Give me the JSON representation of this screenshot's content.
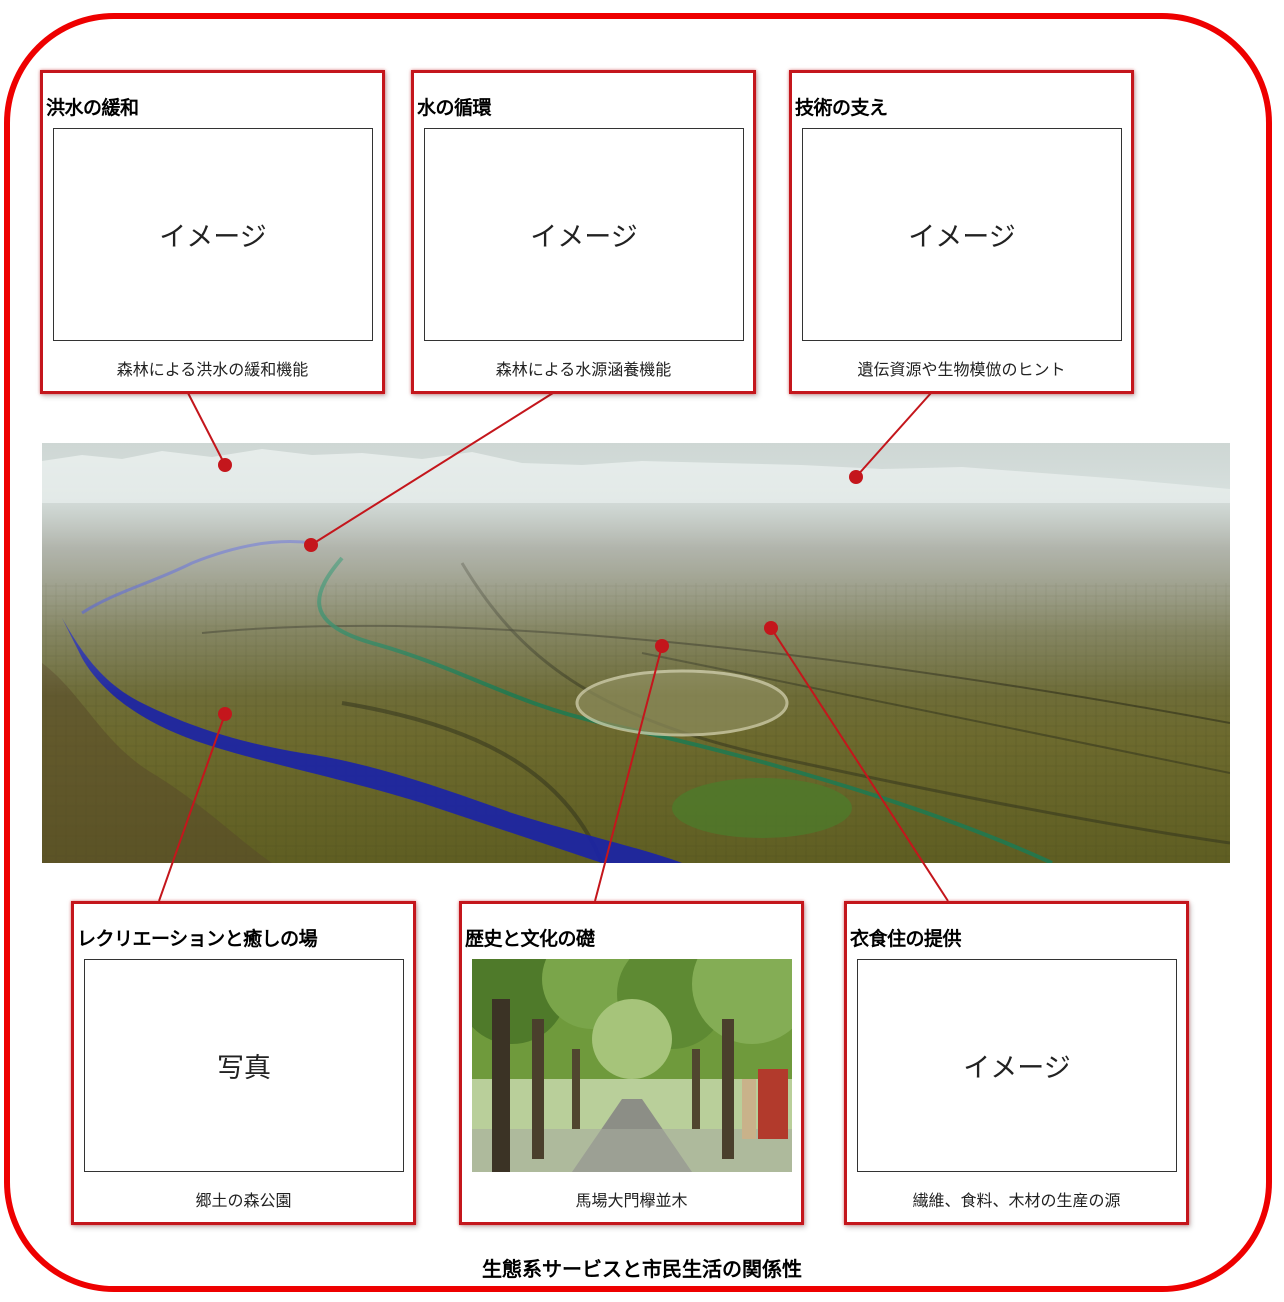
{
  "title": "生態系サービスと市民生活の関係性",
  "colors": {
    "frame": "#ee0000",
    "card_border": "#c4161c",
    "connector": "#c4161c"
  },
  "panorama": {
    "icon": "aerial-city-landscape"
  },
  "cards": [
    {
      "title": "洪水の緩和",
      "image_label": "イメージ",
      "caption": "森林による洪水の緩和機能"
    },
    {
      "title": "水の循環",
      "image_label": "イメージ",
      "caption": "森林による水源涵養機能"
    },
    {
      "title": "技術の支え",
      "image_label": "イメージ",
      "caption": "遺伝資源や生物模倣のヒント"
    },
    {
      "title": "レクリエーションと癒しの場",
      "image_label": "写真",
      "caption": "郷土の森公園"
    },
    {
      "title": "歴史と文化の礎",
      "image_label": "",
      "photo": "tree-lined-avenue",
      "caption": "馬場大門欅並木"
    },
    {
      "title": "衣食住の提供",
      "image_label": "イメージ",
      "caption": "繊維、食料、木材の生産の源"
    }
  ]
}
